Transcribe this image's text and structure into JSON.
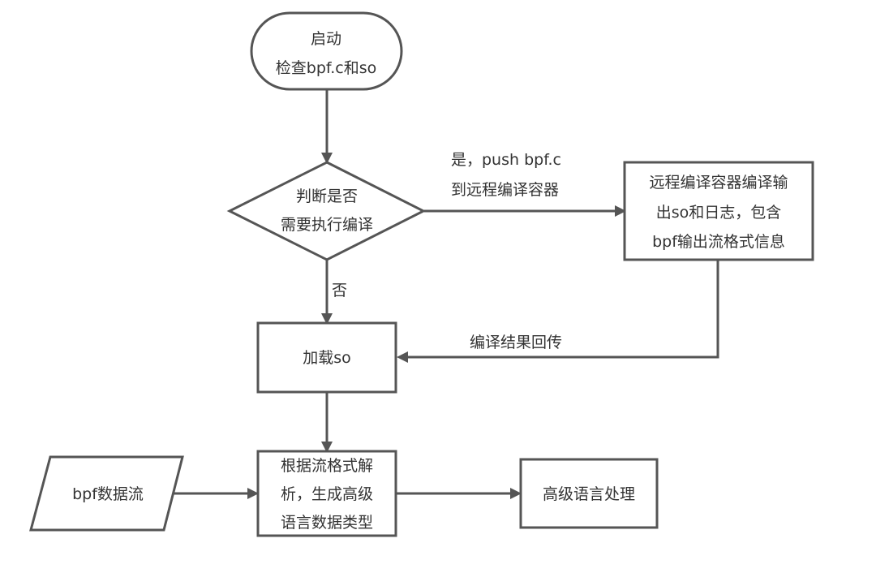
{
  "diagram": {
    "type": "flowchart",
    "nodes": {
      "start": {
        "shape": "terminator",
        "lines": [
          "启动",
          "检查bpf.c和so"
        ]
      },
      "decision": {
        "shape": "diamond",
        "lines": [
          "判断是否",
          "需要执行编译"
        ]
      },
      "remote_compile": {
        "shape": "process",
        "lines": [
          "远程编译容器编译输",
          "出so和日志，包含",
          "bpf输出流格式信息"
        ]
      },
      "load_so": {
        "shape": "process",
        "lines": [
          "加载so"
        ]
      },
      "bpf_stream": {
        "shape": "data",
        "lines": [
          "bpf数据流"
        ]
      },
      "parse": {
        "shape": "process",
        "lines": [
          "根据流格式解",
          "析，生成高级",
          "语言数据类型"
        ]
      },
      "high_level": {
        "shape": "process",
        "lines": [
          "高级语言处理"
        ]
      }
    },
    "edges": [
      {
        "from": "start",
        "to": "decision",
        "label": []
      },
      {
        "from": "decision",
        "to": "remote_compile",
        "label": [
          "是，push bpf.c",
          "到远程编译容器"
        ]
      },
      {
        "from": "decision",
        "to": "load_so",
        "label": [
          "否"
        ]
      },
      {
        "from": "remote_compile",
        "to": "load_so",
        "label": [
          "编译结果回传"
        ]
      },
      {
        "from": "load_so",
        "to": "parse",
        "label": []
      },
      {
        "from": "bpf_stream",
        "to": "parse",
        "label": []
      },
      {
        "from": "parse",
        "to": "high_level",
        "label": []
      }
    ],
    "colors": {
      "stroke": "#555555",
      "text": "#333333",
      "fill": "#ffffff"
    }
  }
}
